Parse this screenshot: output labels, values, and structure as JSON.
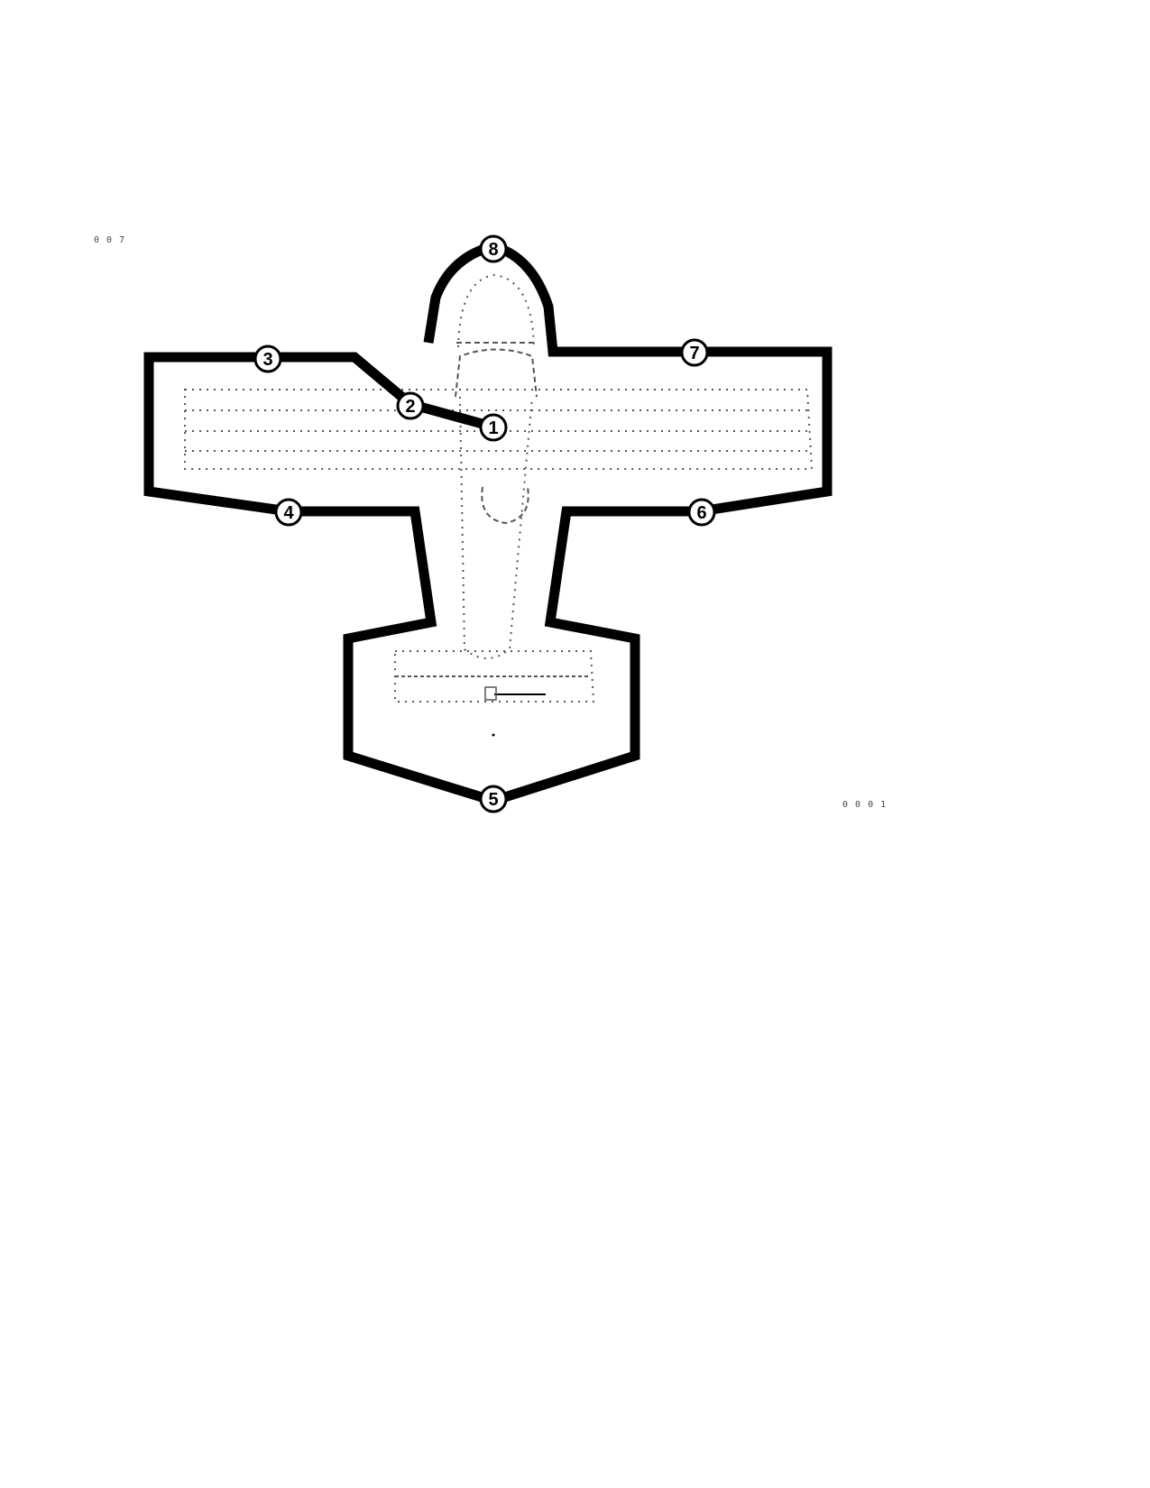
{
  "figure": {
    "code_top_left": "0 0 7",
    "code_bottom_right": "0 0 0 1"
  },
  "markers": [
    {
      "id": "1",
      "label": "1"
    },
    {
      "id": "2",
      "label": "2"
    },
    {
      "id": "3",
      "label": "3"
    },
    {
      "id": "4",
      "label": "4"
    },
    {
      "id": "5",
      "label": "5"
    },
    {
      "id": "6",
      "label": "6"
    },
    {
      "id": "7",
      "label": "7"
    },
    {
      "id": "8",
      "label": "8"
    }
  ],
  "colors": {
    "path": "#000000",
    "aircraft_outline": "#555555",
    "background": "#ffffff"
  }
}
